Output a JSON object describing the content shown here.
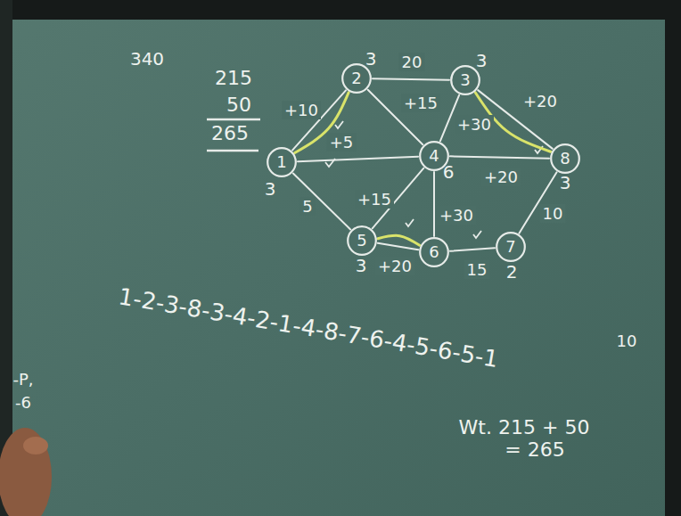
{
  "diagram": {
    "nodes": [
      {
        "text": [
          "1",
          "3"
        ]
      },
      {
        "text": [
          "2",
          "3"
        ]
      },
      {
        "text": [
          "3",
          "3"
        ]
      },
      {
        "text": [
          "4",
          "6"
        ]
      },
      {
        "text": [
          "5",
          "3"
        ]
      },
      {
        "text": [
          "6"
        ]
      },
      {
        "text": [
          "7",
          "2"
        ]
      },
      {
        "text": [
          "8",
          "3"
        ]
      }
    ],
    "edges": [
      {
        "from": 0,
        "to": 1,
        "label": "+10",
        "arrow": "none"
      },
      {
        "from": 1,
        "to": 2,
        "label": "20",
        "arrow": "none"
      },
      {
        "from": 1,
        "to": 3,
        "label": "+15",
        "arrow": "none"
      },
      {
        "from": 2,
        "to": 3,
        "label": "+30",
        "arrow": "none"
      },
      {
        "from": 2,
        "to": 7,
        "label": "+20",
        "arrow": "none"
      },
      {
        "from": 0,
        "to": 3,
        "label": "+5",
        "arrow": "none"
      },
      {
        "from": 0,
        "to": 4,
        "label": "5",
        "arrow": "none"
      },
      {
        "from": 3,
        "to": 7,
        "label": "+20",
        "arrow": "none"
      },
      {
        "from": 3,
        "to": 4,
        "label": "+15",
        "arrow": "none"
      },
      {
        "from": 3,
        "to": 5,
        "label": "+30",
        "arrow": "none"
      },
      {
        "from": 4,
        "to": 5,
        "label": "+20",
        "arrow": "none"
      },
      {
        "from": 5,
        "to": 6,
        "label": "15",
        "arrow": "none"
      },
      {
        "from": 6,
        "to": 7,
        "label": "10",
        "arrow": "none"
      },
      {
        "from": 0,
        "to": 1,
        "arrow": "none"
      },
      {
        "from": 2,
        "to": 7,
        "arrow": "none"
      },
      {
        "from": 4,
        "to": 5,
        "arrow": "none"
      }
    ],
    "labels": [
      "340",
      "215",
      "50",
      "265",
      "1-2-3-8-3-4-2-1-4-8-7-6-4-5-6-5-1",
      "10",
      "Wt. 215 + 50",
      "= 265",
      "-P,",
      "-6"
    ]
  }
}
